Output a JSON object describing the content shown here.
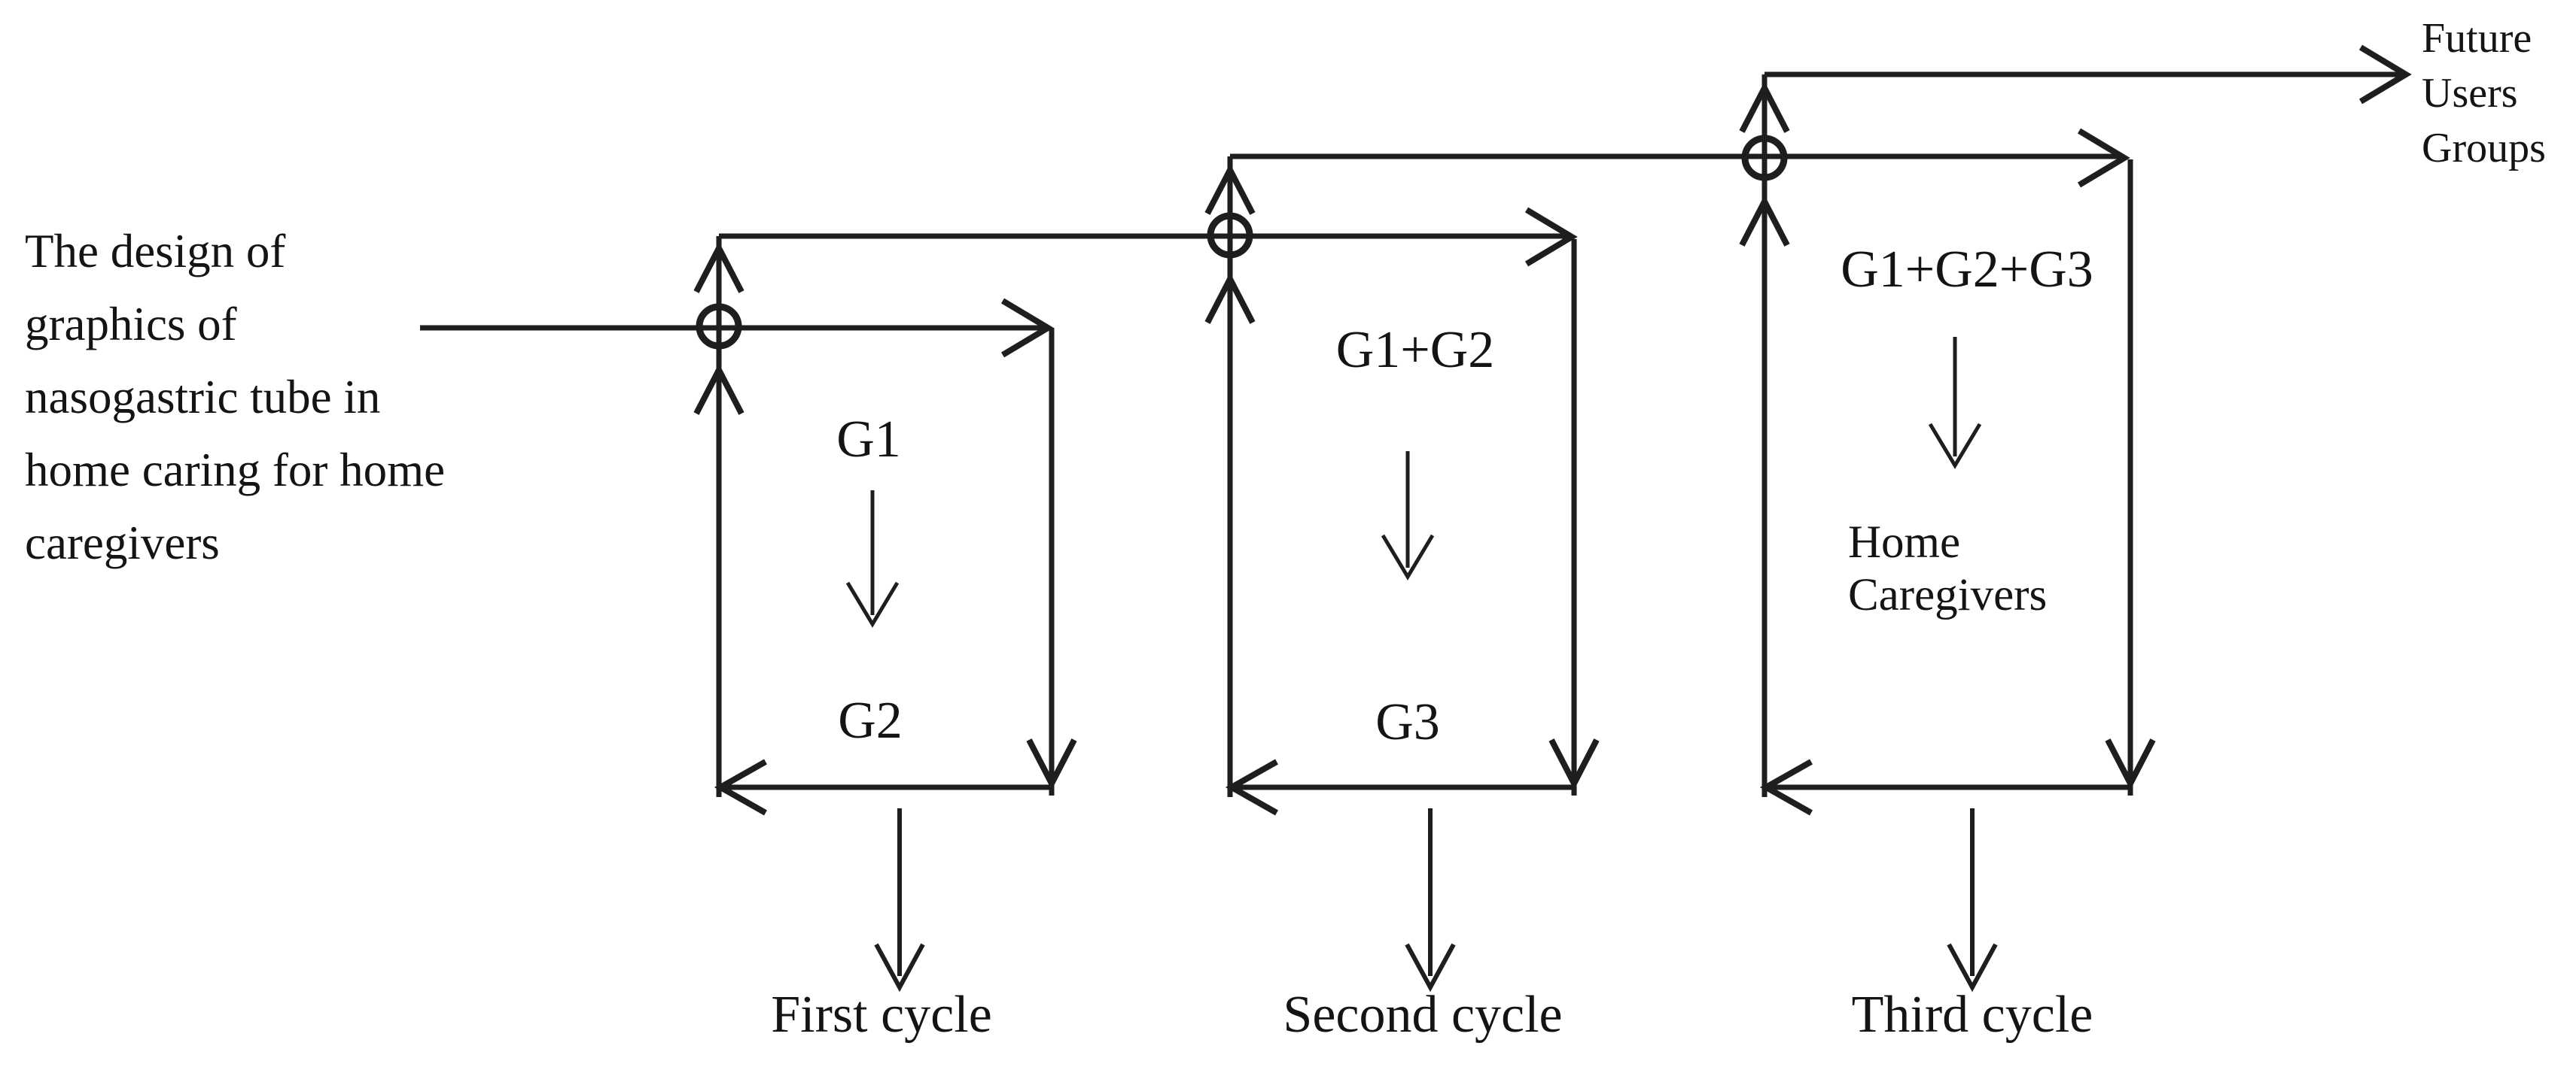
{
  "diagram": {
    "title_block": {
      "lines": [
        "The design of",
        "graphics of",
        "nasogastric tube in",
        "home caring for home",
        "caregivers"
      ]
    },
    "future_users": {
      "lines": [
        "Future",
        "Users",
        "Groups"
      ]
    },
    "cycles": [
      {
        "input_label": "G1",
        "output_label": "G2",
        "caption": "First cycle"
      },
      {
        "input_label": "G1+G2",
        "output_label": "G3",
        "caption": "Second cycle"
      },
      {
        "input_label": "G1+G2+G3",
        "output_label_line1": "Home",
        "output_label_line2": "Caregivers",
        "caption": "Third cycle"
      }
    ]
  },
  "colors": {
    "line": "#1e1e1e",
    "text": "#141414",
    "background": "#ffffff"
  }
}
